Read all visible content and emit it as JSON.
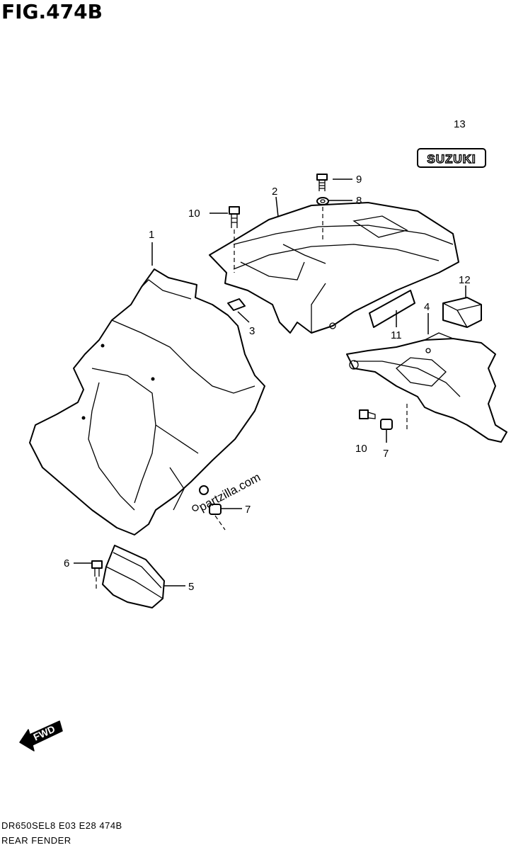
{
  "figure": {
    "title": "FIG.474B",
    "code": "DR650SEL8  E03  E28  474B",
    "name": "REAR FENDER"
  },
  "brand_label": "SUZUKI",
  "watermark": "partzilla.com",
  "fwd_label": "FWD",
  "callouts": {
    "c1": "1",
    "c2": "2",
    "c3": "3",
    "c4": "4",
    "c5": "5",
    "c6": "6",
    "c7a": "7",
    "c7b": "7",
    "c8": "8",
    "c9": "9",
    "c10a": "10",
    "c10b": "10",
    "c11": "11",
    "c12": "12",
    "c13": "13"
  }
}
